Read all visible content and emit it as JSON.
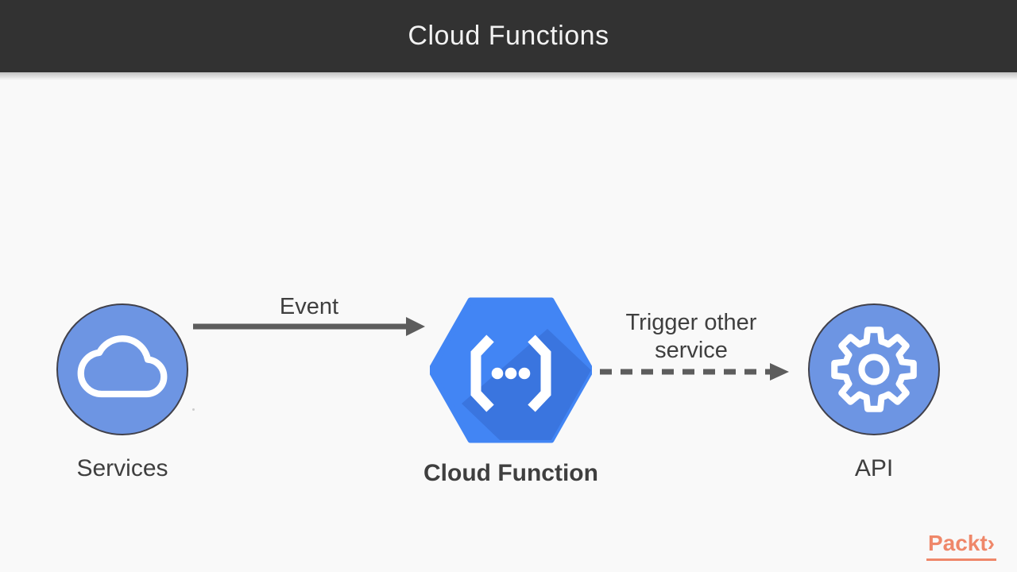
{
  "header": {
    "title": "Cloud Functions",
    "bg": "#323232",
    "text_color": "#F2F2F2"
  },
  "canvas": {
    "bg": "#F9F9F9"
  },
  "diagram": {
    "arrow_color": "#5D5D5D",
    "label_color": "#3F3F3F",
    "nodes": [
      {
        "id": "services",
        "label": "Services",
        "icon": "cloud-icon",
        "fill": "#6D95E3",
        "border": "#41414B"
      },
      {
        "id": "cloud-function",
        "label": "Cloud Function",
        "icon": "cloud-functions-logo",
        "fill": "#4285F4",
        "shadow": "#2F5FC0"
      },
      {
        "id": "api",
        "label": "API",
        "icon": "gear-icon",
        "fill": "#6D95E3",
        "border": "#41414B"
      }
    ],
    "edges": [
      {
        "from": "services",
        "to": "cloud-function",
        "label": "Event",
        "style": "solid"
      },
      {
        "from": "cloud-function",
        "to": "api",
        "label": "Trigger other service",
        "style": "dashed"
      }
    ]
  },
  "footer": {
    "brand": "Packt›",
    "brand_color": "#EF8769"
  }
}
